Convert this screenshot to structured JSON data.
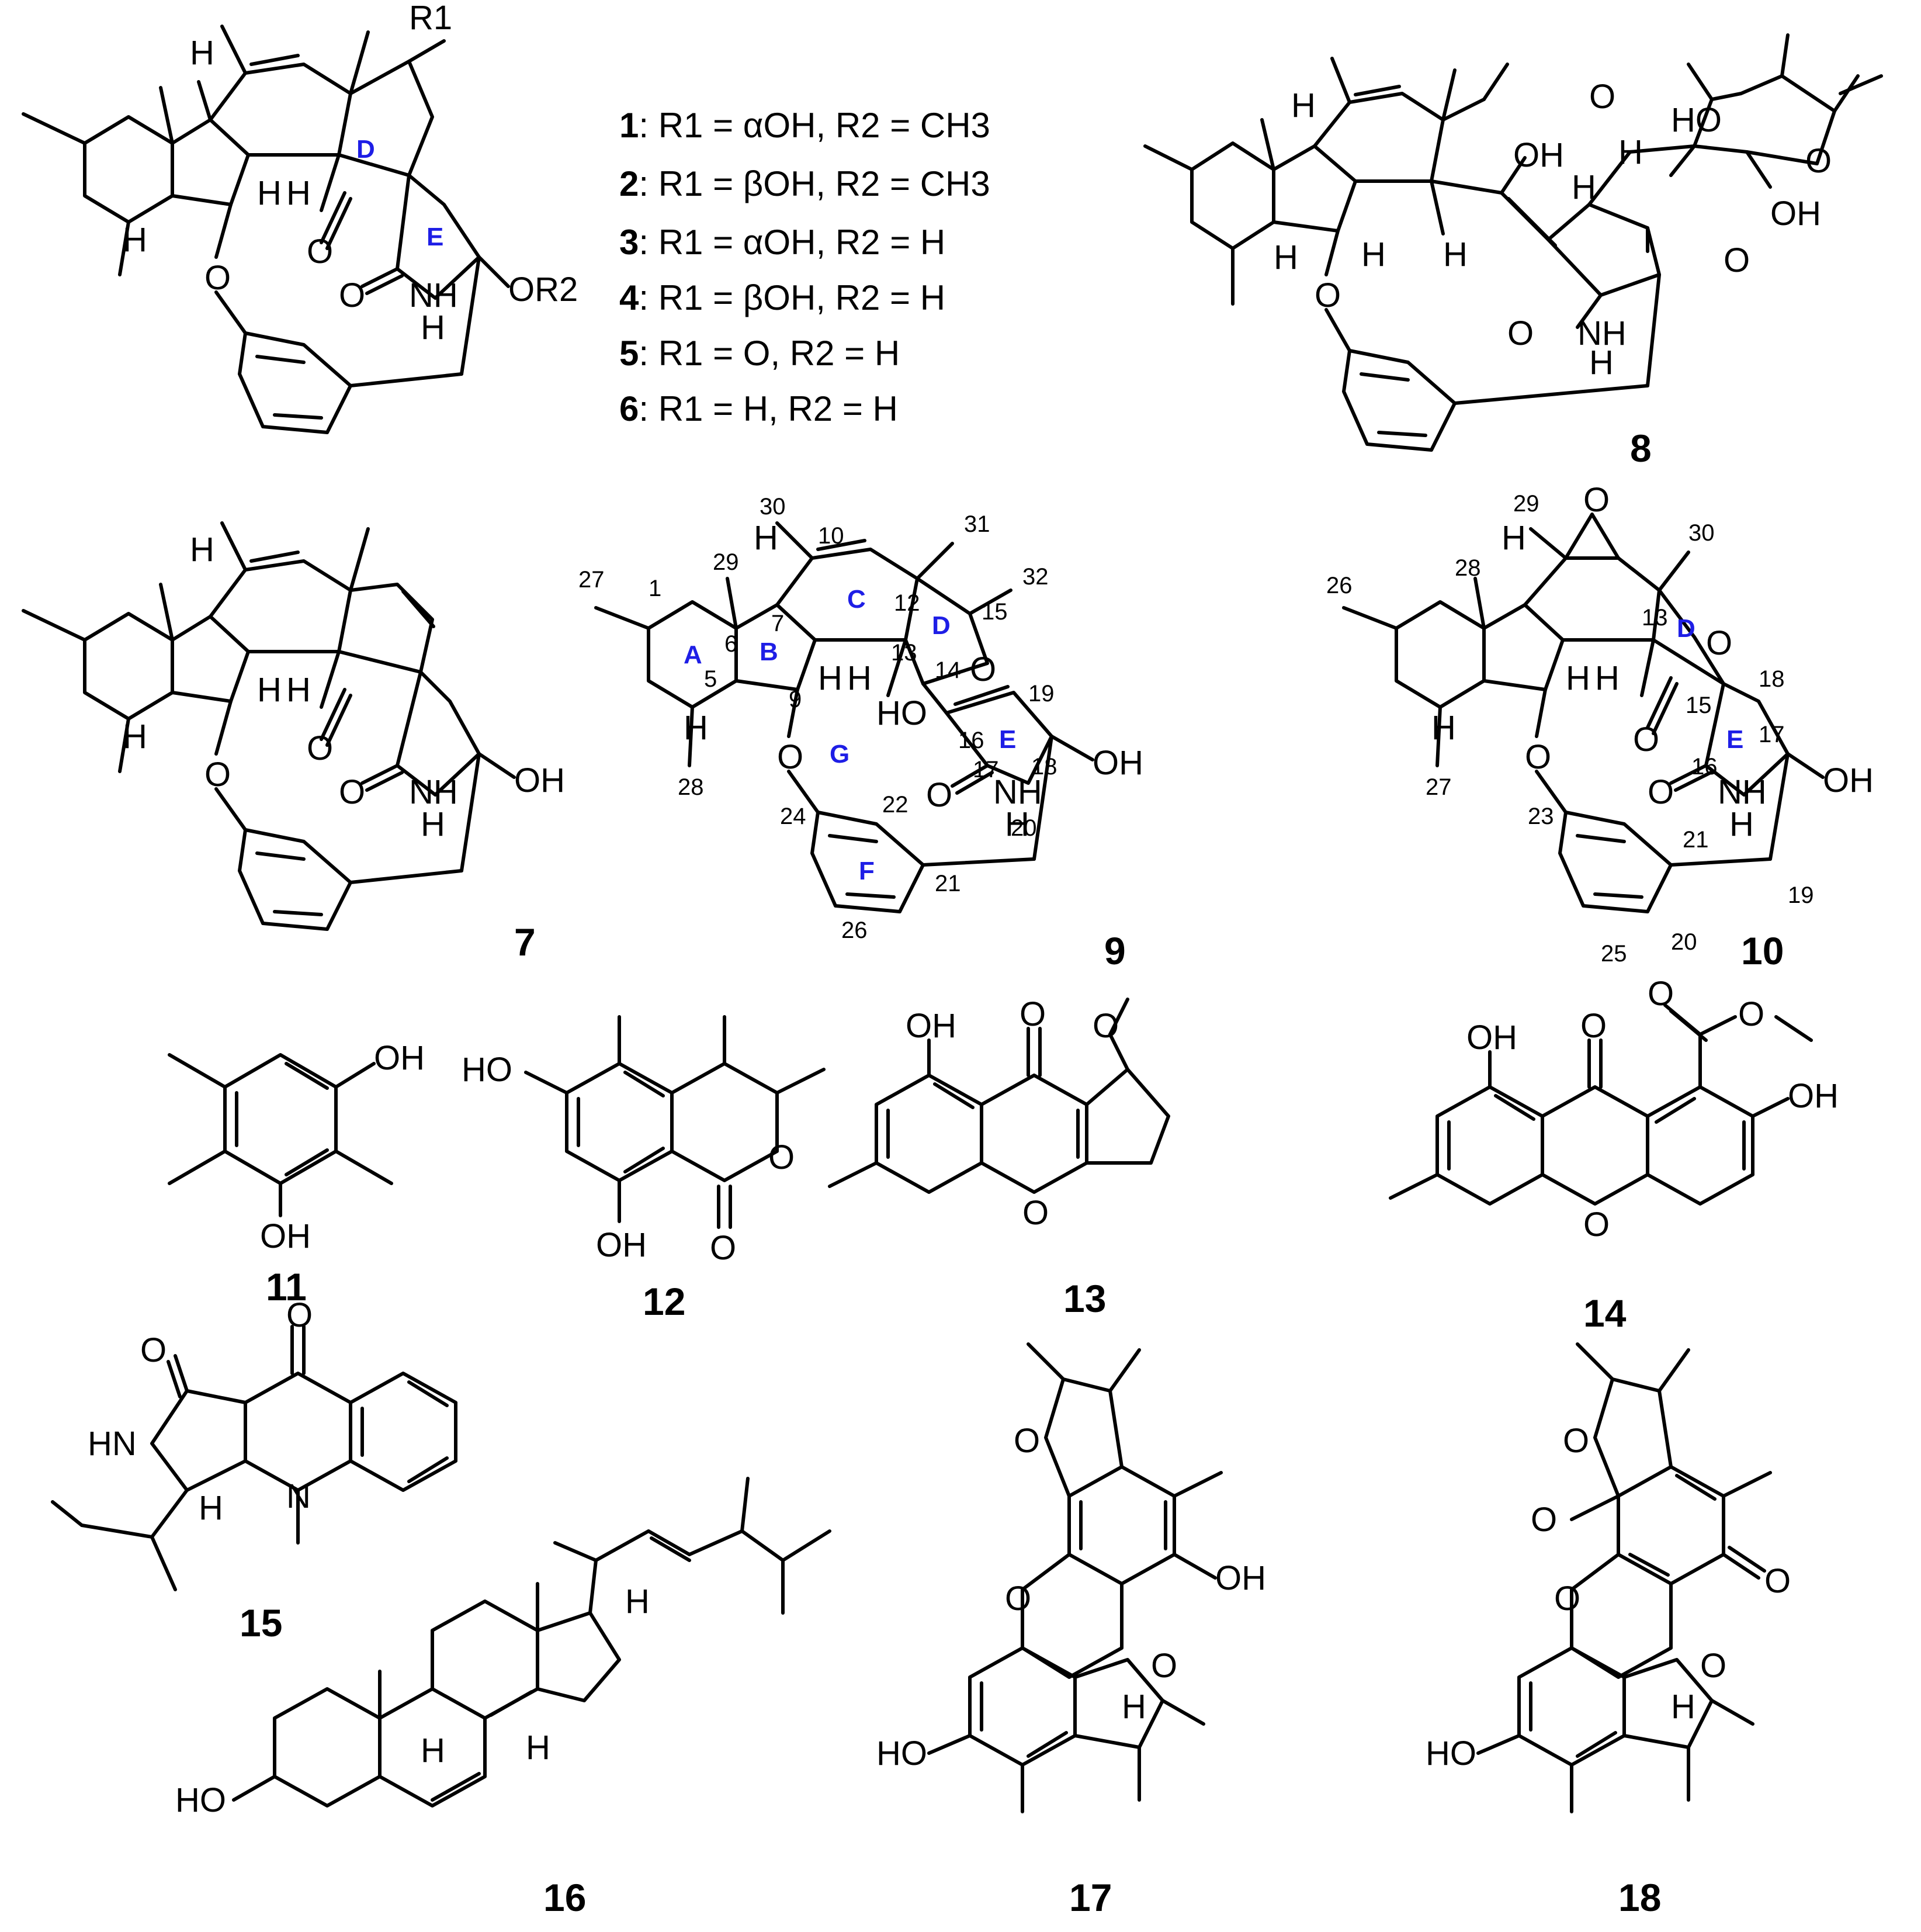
{
  "compound_numbers": [
    "1",
    "2",
    "3",
    "4",
    "5",
    "6",
    "7",
    "8",
    "9",
    "10",
    "11",
    "12",
    "13",
    "14",
    "15",
    "16",
    "17",
    "18"
  ],
  "legend": [
    {
      "num": "1",
      "text": ": R1 = αOH, R2 = CH3"
    },
    {
      "num": "2",
      "text": ": R1 = βOH, R2 = CH3"
    },
    {
      "num": "3",
      "text": ": R1 = αOH, R2 = H"
    },
    {
      "num": "4",
      "text": ": R1 = βOH, R2 = H"
    },
    {
      "num": "5",
      "text": ": R1 = O, R2 = H"
    },
    {
      "num": "6",
      "text": ":  R1 = H, R2 = H"
    }
  ],
  "labels": {
    "h": "H",
    "o": "O",
    "oh": "OH",
    "ho": "HO",
    "nh": "NH",
    "n": "N",
    "hn": "HN",
    "or2": "OR2",
    "r1": "R1",
    "ring_a": "A",
    "ring_b": "B",
    "ring_c": "C",
    "ring_d": "D",
    "ring_e": "E",
    "ring_f": "F",
    "ring_g": "G"
  },
  "numbering_9": [
    "1",
    "5",
    "6",
    "7",
    "9",
    "10",
    "12",
    "13",
    "14",
    "15",
    "16",
    "17",
    "18",
    "19",
    "20",
    "21",
    "22",
    "24",
    "26",
    "27",
    "28",
    "29",
    "30",
    "31",
    "32"
  ],
  "numbering_10": [
    "13",
    "15",
    "16",
    "17",
    "18",
    "19",
    "20",
    "21",
    "23",
    "25",
    "26",
    "27",
    "28",
    "29",
    "30"
  ]
}
